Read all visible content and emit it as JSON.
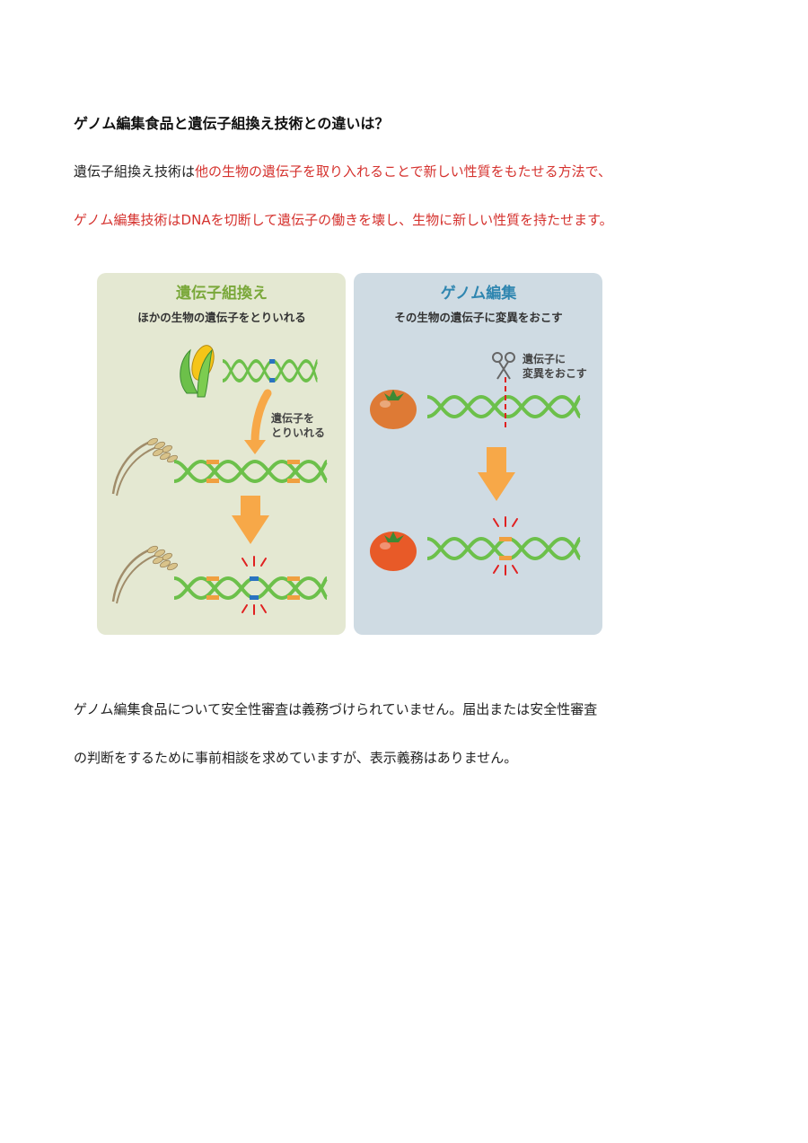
{
  "heading": "ゲノム編集食品と遺伝子組換え技術との違いは？",
  "intro": {
    "line1_plain": "遺伝子組換え技術は",
    "line1_red": "他の生物の遺伝子を取り入れることで新しい性質をもたせる方法で、",
    "line2_red": "ゲノム編集技術はDNAを切断して遺伝子の働きを壊し、生物に新しい性質を持たせます。"
  },
  "figure": {
    "left": {
      "title": "遺伝子組換え",
      "subtitle": "ほかの生物の遺伝子をとりいれる",
      "note_line1": "遺伝子を",
      "note_line2": "とりいれる",
      "bg_color": "#e4e8d2",
      "title_color": "#7aa83a"
    },
    "right": {
      "title": "ゲノム編集",
      "subtitle": "その生物の遺伝子に変異をおこす",
      "note_line1": "遺伝子に",
      "note_line2": "変異をおこす",
      "bg_color": "#cfdbe3",
      "title_color": "#2f86b0"
    },
    "colors": {
      "dna": "#6cc04a",
      "insert": "#f0a040",
      "blue": "#2a73c0",
      "arrow": "#f7a848",
      "red": "#e02020"
    }
  },
  "body": {
    "line1": "ゲノム編集食品について安全性審査は義務づけられていません。届出または安全性審査",
    "line2": "の判断をするために事前相談を求めていますが、表示義務はありません。"
  }
}
